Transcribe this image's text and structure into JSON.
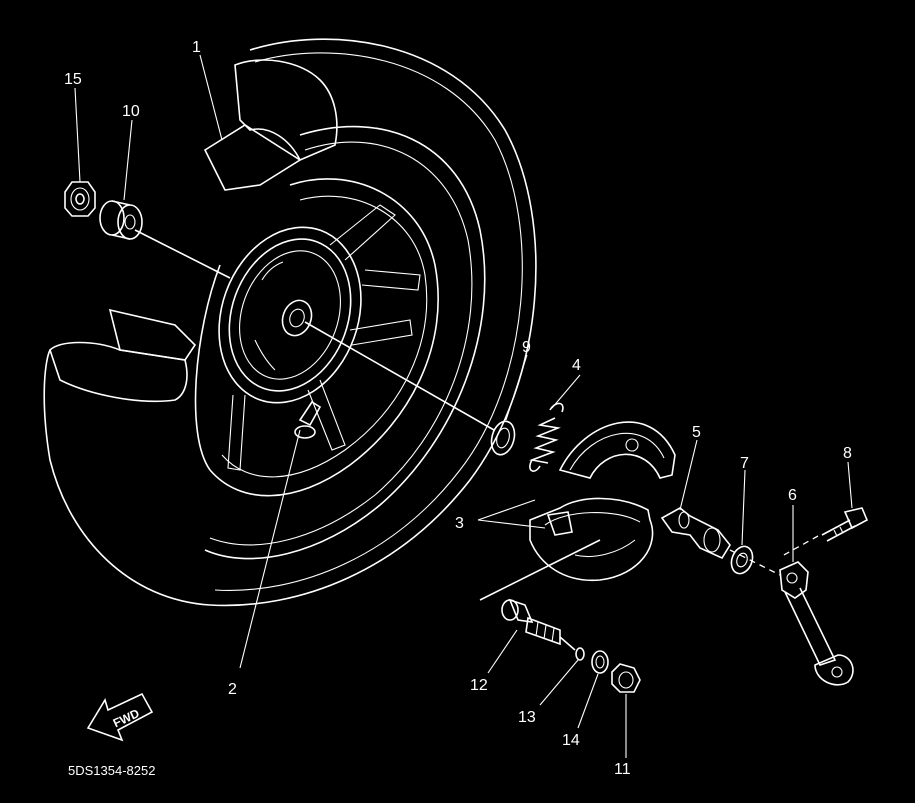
{
  "callouts": {
    "c1": "1",
    "c2": "2",
    "c3": "3",
    "c4": "4",
    "c5": "5",
    "c6": "6",
    "c7": "7",
    "c8": "8",
    "c9": "9",
    "c10": "10",
    "c11": "11",
    "c12": "12",
    "c13": "13",
    "c14": "14",
    "c15": "15"
  },
  "fwd_label": "FWD",
  "catalog_code": "5DS1354-8252",
  "colors": {
    "background": "#000000",
    "line": "#ffffff"
  }
}
